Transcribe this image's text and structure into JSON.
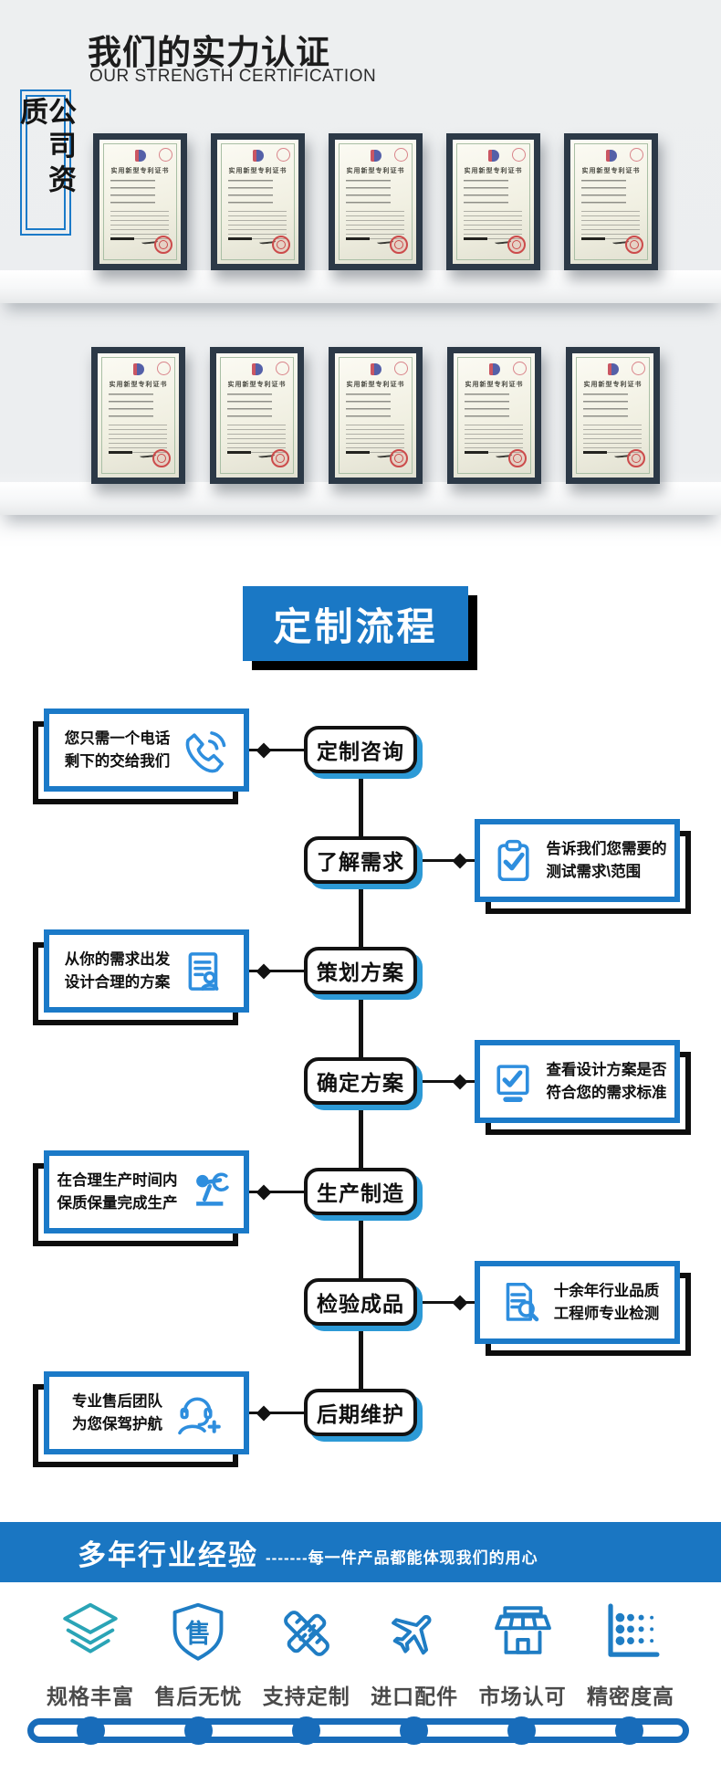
{
  "colors": {
    "accent_blue": "#1b7ac8",
    "banner_blue": "#1a78c5",
    "node_shadow_blue": "#2d9ad6",
    "flow_icon_blue": "#2e8ede",
    "feature_icon_blue": "#1f7dc4",
    "teal": "#2aa4b6",
    "black": "#111111",
    "label_gray": "#4a4a4a",
    "wall_gray": "#edeff0",
    "seal_red": "#cc4b4b"
  },
  "header": {
    "side_label": "公司资质",
    "title": "我们的实力认证",
    "subtitle": "OUR STRENGTH CERTIFICATION"
  },
  "certificates": {
    "title": "实用新型专利证书",
    "rows": 2,
    "per_row": 5
  },
  "process": {
    "banner_title": "定制流程",
    "steps": [
      {
        "label": "定制咨询"
      },
      {
        "label": "了解需求"
      },
      {
        "label": "策划方案"
      },
      {
        "label": "确定方案"
      },
      {
        "label": "生产制造"
      },
      {
        "label": "检验成品"
      },
      {
        "label": "后期维护"
      }
    ],
    "callouts": [
      {
        "step": "定制咨询",
        "side": "left",
        "icon": "phone-icon",
        "lines": [
          "您只需一个电话",
          "剩下的交给我们"
        ]
      },
      {
        "step": "了解需求",
        "side": "right",
        "icon": "clipboard-check-icon",
        "lines": [
          "告诉我们您需要的",
          "测试需求\\范围"
        ]
      },
      {
        "step": "策划方案",
        "side": "left",
        "icon": "document-user-icon",
        "lines": [
          "从你的需求出发",
          "设计合理的方案"
        ]
      },
      {
        "step": "确定方案",
        "side": "right",
        "icon": "monitor-check-icon",
        "lines": [
          "查看设计方案是否",
          "符合您的需求标准"
        ]
      },
      {
        "step": "生产制造",
        "side": "left",
        "icon": "robot-arm-icon",
        "lines": [
          "在合理生产时间内",
          "保质保量完成生产"
        ]
      },
      {
        "step": "检验成品",
        "side": "right",
        "icon": "document-search-icon",
        "lines": [
          "十余年行业品质",
          "工程师专业检测"
        ]
      },
      {
        "step": "后期维护",
        "side": "left",
        "icon": "headset-user-icon",
        "lines": [
          "专业售后团队",
          "为您保驾护航"
        ]
      }
    ]
  },
  "experience": {
    "title": "多年行业经验",
    "tagline": "-------每一件产品都能体现我们的用心",
    "features": [
      {
        "label": "规格丰富",
        "icon": "layers-icon"
      },
      {
        "label": "售后无忧",
        "icon": "shield-icon",
        "glyph": "售"
      },
      {
        "label": "支持定制",
        "icon": "pencil-ruler-icon"
      },
      {
        "label": "进口配件",
        "icon": "airplane-icon"
      },
      {
        "label": "市场认可",
        "icon": "storefront-icon"
      },
      {
        "label": "精密度高",
        "icon": "dot-chart-icon"
      }
    ]
  }
}
